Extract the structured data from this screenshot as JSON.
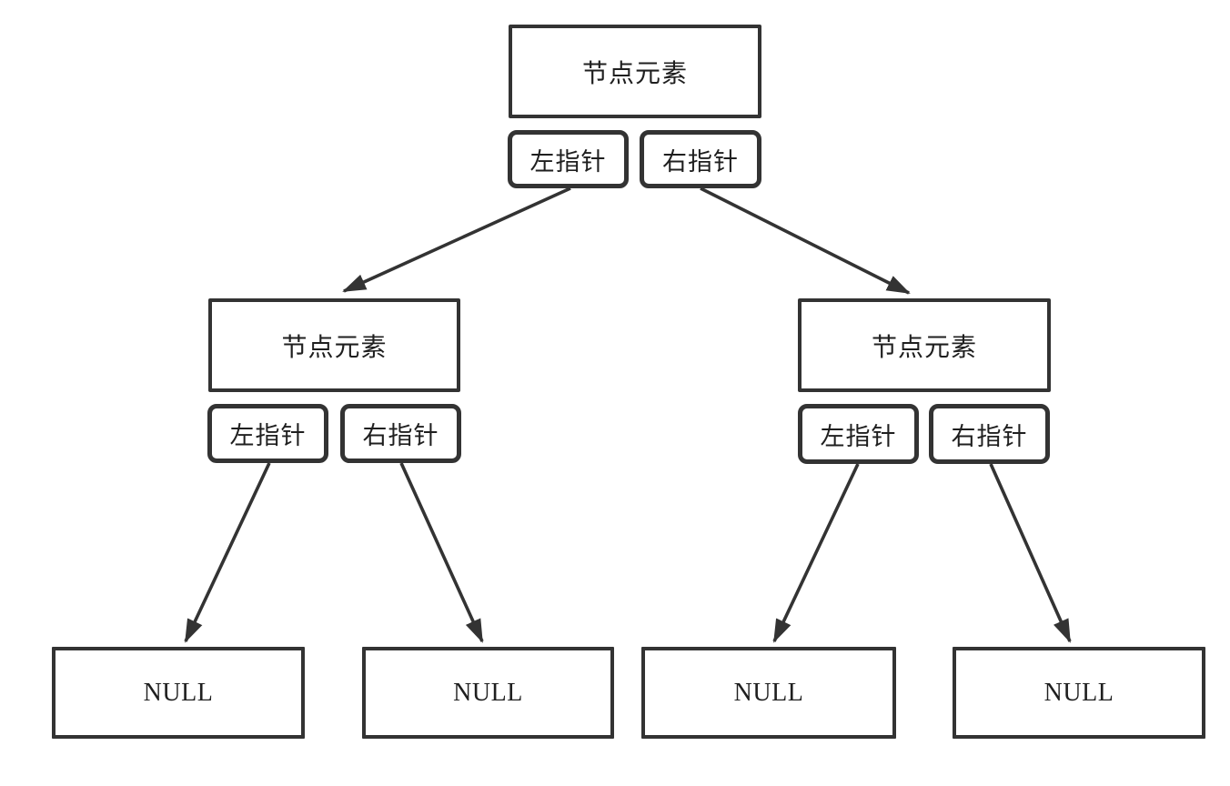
{
  "diagram": {
    "kind": "binary-tree-node-structure",
    "colors": {
      "stroke": "#333333",
      "background": "#ffffff",
      "text": "#1f1f1f"
    },
    "tree": {
      "root": {
        "element": "节点元素",
        "left_pointer": "左指针",
        "right_pointer": "右指针",
        "left_child": {
          "element": "节点元素",
          "left_pointer": "左指针",
          "right_pointer": "右指针",
          "left_child": {
            "element": "NULL"
          },
          "right_child": {
            "element": "NULL"
          }
        },
        "right_child": {
          "element": "节点元素",
          "left_pointer": "左指针",
          "right_pointer": "右指针",
          "left_child": {
            "element": "NULL"
          },
          "right_child": {
            "element": "NULL"
          }
        }
      }
    }
  }
}
